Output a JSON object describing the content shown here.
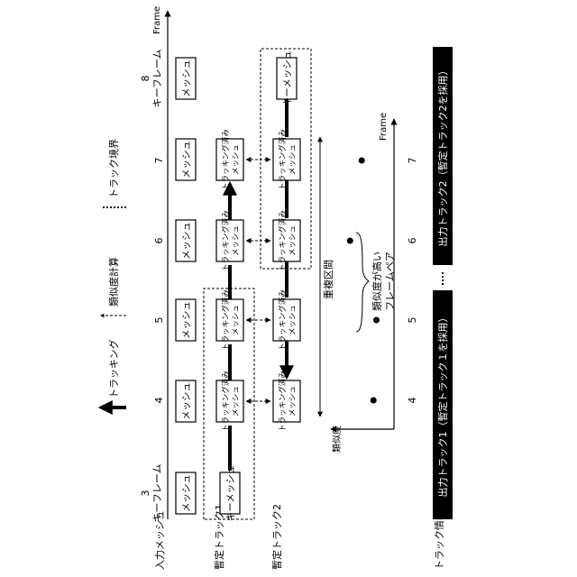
{
  "rows": {
    "input_mesh": "入力メッシュ",
    "temp_track1": "暫定トラック1",
    "temp_track2": "暫定トラック2",
    "track_info": "トラック情報"
  },
  "frames": {
    "axis_label": "Frame",
    "numbers": [
      "3",
      "4",
      "5",
      "6",
      "7",
      "8"
    ],
    "keyframe_label": "キーフレーム"
  },
  "boxes": {
    "mesh": "メッシュ",
    "tracked_line1": "トラッキング済み",
    "tracked_line2": "メッシュ",
    "keyframe_mesh": "キーメッシュ"
  },
  "legend": {
    "tracking": "トラッキング",
    "similarity": "類似度計算",
    "boundary": "トラック境界"
  },
  "overlap_label": "重複区間",
  "similarity_plot": {
    "ylabel": "類似度",
    "xlabel": "Frame",
    "x_ticks": [
      "4",
      "5",
      "6",
      "7"
    ],
    "points": [
      {
        "frame": 4,
        "similarity": 0.35
      },
      {
        "frame": 5,
        "similarity": 0.3
      },
      {
        "frame": 6,
        "similarity": 0.75
      },
      {
        "frame": 7,
        "similarity": 0.55
      }
    ],
    "annotation_line1": "類似度が高い",
    "annotation_line2": "フレームペア"
  },
  "output": {
    "track1": "出力トラック1（暫定トラック１を採用）",
    "track2": "出力トラック2（暫定トラック2を採用）"
  }
}
